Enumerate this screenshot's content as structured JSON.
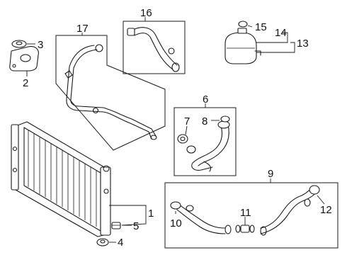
{
  "callouts": {
    "n1": "1",
    "n2": "2",
    "n3": "3",
    "n4": "4",
    "n5": "5",
    "n6": "6",
    "n7": "7",
    "n8": "8",
    "n9": "9",
    "n10": "10",
    "n11": "11",
    "n12": "12",
    "n13": "13",
    "n14": "14",
    "n15": "15",
    "n16": "16",
    "n17": "17"
  },
  "colors": {
    "line": "#1a1a1a",
    "background": "#ffffff"
  }
}
